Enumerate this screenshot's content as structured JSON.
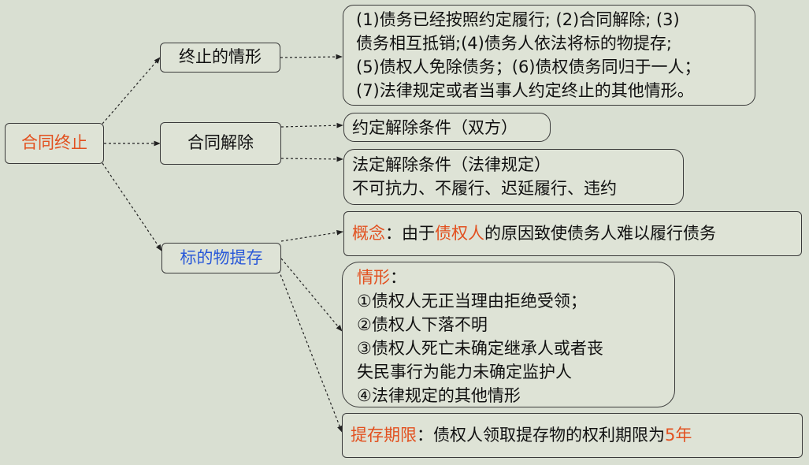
{
  "root": {
    "label": "合同终止"
  },
  "branches": {
    "termination": {
      "label": "终止的情形",
      "detail": [
        "(1)债务已经按照约定履行; (2)合同解除; (3)",
        "债务相互抵销;(4)债务人依法将标的物提存;",
        "(5)债权人免除债务；(6)债权债务同归于一人；",
        "(7)法律规定或者当事人约定终止的其他情形。"
      ]
    },
    "rescission": {
      "label": "合同解除",
      "agreed": "约定解除条件（双方）",
      "statutory": {
        "line1": "法定解除条件（法律规定）",
        "line2": "不可抗力、不履行、迟延履行、违约"
      }
    },
    "deposit": {
      "label": "标的物提存",
      "concept": {
        "key": "概念",
        "sep": "：由于",
        "highlight": "债权人",
        "rest": "的原因致使债务人难以履行债务"
      },
      "situations": {
        "key": "情形",
        "sep": "：",
        "items": [
          "①债权人无正当理由拒绝受领；",
          "②债权人下落不明",
          "③债权人死亡未确定继承人或者丧",
          "失民事行为能力未确定监护人",
          "④法律规定的其他情形"
        ]
      },
      "period": {
        "key": "提存期限",
        "sep": "：",
        "text": "债权人领取提存物的权利期限为",
        "highlight": "5年"
      }
    }
  },
  "colors": {
    "background": "#d9dfd2",
    "accent_orange": "#e2501f",
    "accent_blue": "#2a59d8",
    "border": "#3a3a3a"
  }
}
